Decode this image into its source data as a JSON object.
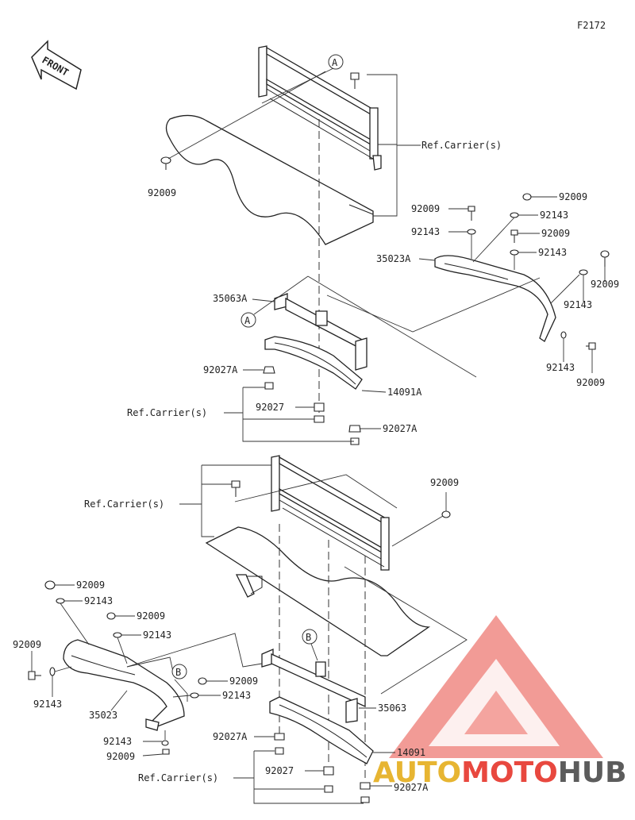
{
  "diagram_id": "F2172",
  "front_badge": "FRONT",
  "ref_labels": {
    "A": "A",
    "B": "B"
  },
  "colors": {
    "line": "#222222",
    "watermark_red": "#e8483f",
    "watermark_gold": "#e7b532",
    "watermark_gray": "#5c5c5c"
  },
  "watermark": {
    "part1": "AUTO",
    "part2": "MOTO",
    "part3": "HUB"
  },
  "upper": {
    "ref_carrier_top": "Ref.Carrier(s)",
    "bolt_left": "92009",
    "bolt_r1": "92009",
    "washer_r1": "92143",
    "bolt_r2": "92009",
    "washer_r2": "92143",
    "bolt_r3": "92009",
    "washer_r3": "92143",
    "bolt_r4": "92009",
    "washer_r4": "92143",
    "bolt_r5": "92009",
    "washer_r5": "92143",
    "guard": "35023A",
    "bracket": "35063A",
    "nut_a1": "92027A",
    "nut_mid": "92027",
    "nut_a2": "92027A",
    "cover": "14091A",
    "ref_carrier_bottom": "Ref.Carrier(s)"
  },
  "lower": {
    "ref_carrier_top": "Ref.Carrier(s)",
    "bolt_right": "92009",
    "bolt_l1": "92009",
    "washer_l1": "92143",
    "bolt_l2": "92009",
    "washer_l2": "92143",
    "bolt_l3": "92009",
    "washer_l3": "92143",
    "bolt_l4": "92009",
    "washer_l4": "92143",
    "bolt_l5": "92009",
    "washer_l5": "92143",
    "guard": "35023",
    "bracket": "35063",
    "nut_a1": "92027A",
    "nut_mid": "92027",
    "nut_a2": "92027A",
    "cover": "14091",
    "ref_carrier_bottom": "Ref.Carrier(s)"
  }
}
